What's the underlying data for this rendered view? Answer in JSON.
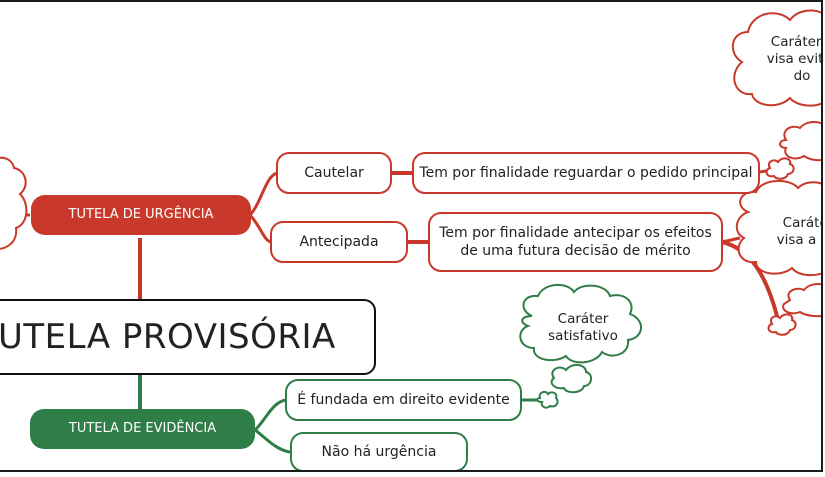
{
  "root": {
    "label": "UTELA PROVISÓRIA"
  },
  "urgencia": {
    "label": "TUTELA DE URGÊNCIA",
    "cautelar": {
      "label": "Cautelar",
      "desc": "Tem por finalidade reguardar o pedido principal",
      "cloud": "Caráter c\nvisa evitar\ndo"
    },
    "antecipada": {
      "label": "Antecipada",
      "desc": "Tem por finalidade antecipar os efeitos\nde uma futura decisão de mérito",
      "cloud": "Caráter\nvisa a fru"
    }
  },
  "evidencia": {
    "label": "TUTELA DE EVIDÊNCIA",
    "fundada": {
      "label": "É fundada em direito evidente",
      "cloud": "Caráter\nsatisfativo"
    },
    "sem_urgencia": {
      "label": "Não há urgência"
    }
  },
  "colors": {
    "red": "#c8392b",
    "green": "#2f7d47",
    "root_border": "#111111"
  }
}
